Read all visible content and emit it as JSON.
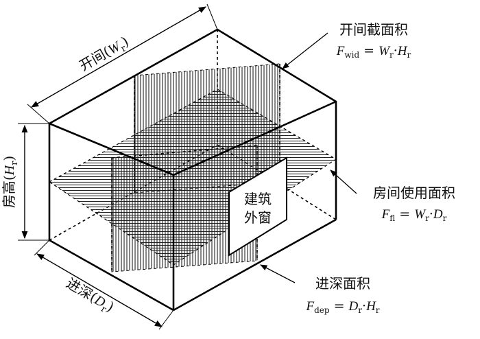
{
  "labels": {
    "width": {
      "name": "开间",
      "open": "(",
      "var": "W",
      "sub": "r",
      "close": ")"
    },
    "height": {
      "name": "房高",
      "open": "(",
      "var": "H",
      "sub": "r",
      "close": ")"
    },
    "depth": {
      "name": "进深",
      "open": "(",
      "var": "D",
      "sub": "r",
      "close": ")"
    }
  },
  "callouts": {
    "width_section": {
      "title": "开间截面积",
      "lhs_var": "F",
      "lhs_sub": "wid",
      "eq": " = ",
      "a_var": "W",
      "a_sub": "r",
      "dot": "·",
      "b_var": "H",
      "b_sub": "r"
    },
    "floor_area": {
      "title": "房间使用面积",
      "lhs_var": "F",
      "lhs_sub": "fl",
      "eq": " = ",
      "a_var": "W",
      "a_sub": "r",
      "dot": "·",
      "b_var": "D",
      "b_sub": "r"
    },
    "depth_section": {
      "title": "进深面积",
      "lhs_var": "F",
      "lhs_sub": "dep",
      "eq": " = ",
      "a_var": "D",
      "a_sub": "r",
      "dot": "·",
      "b_var": "H",
      "b_sub": "r"
    }
  },
  "window": {
    "line1": "建筑",
    "line2": "外窗"
  }
}
